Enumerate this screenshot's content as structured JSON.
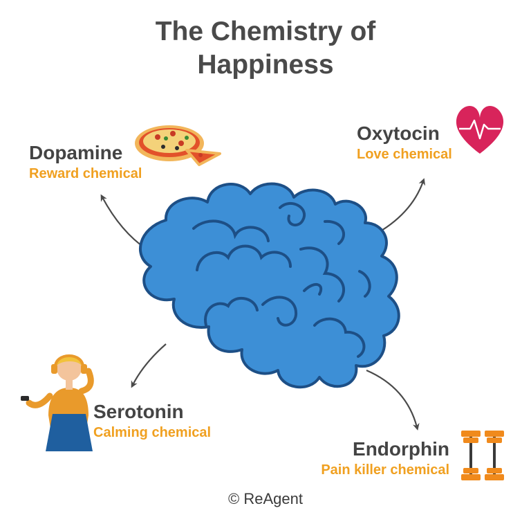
{
  "title": {
    "line1": "The Chemistry of",
    "line2": "Happiness"
  },
  "chemicals": {
    "dopamine": {
      "name": "Dopamine",
      "description": "Reward chemical",
      "icon": "pizza-icon"
    },
    "oxytocin": {
      "name": "Oxytocin",
      "description": "Love chemical",
      "icon": "heart-icon"
    },
    "serotonin": {
      "name": "Serotonin",
      "description": "Calming chemical",
      "icon": "woman-headphones-icon"
    },
    "endorphin": {
      "name": "Endorphin",
      "description": "Pain killer chemical",
      "icon": "dumbbell-icon"
    }
  },
  "credit": "© ReAgent",
  "colors": {
    "brain_fill": "#3d8fd6",
    "brain_outline": "#1d4f86",
    "title": "#4a4a4a",
    "accent": "#f0a020",
    "heart": "#d8245b",
    "arrow": "#4a4a4a"
  }
}
